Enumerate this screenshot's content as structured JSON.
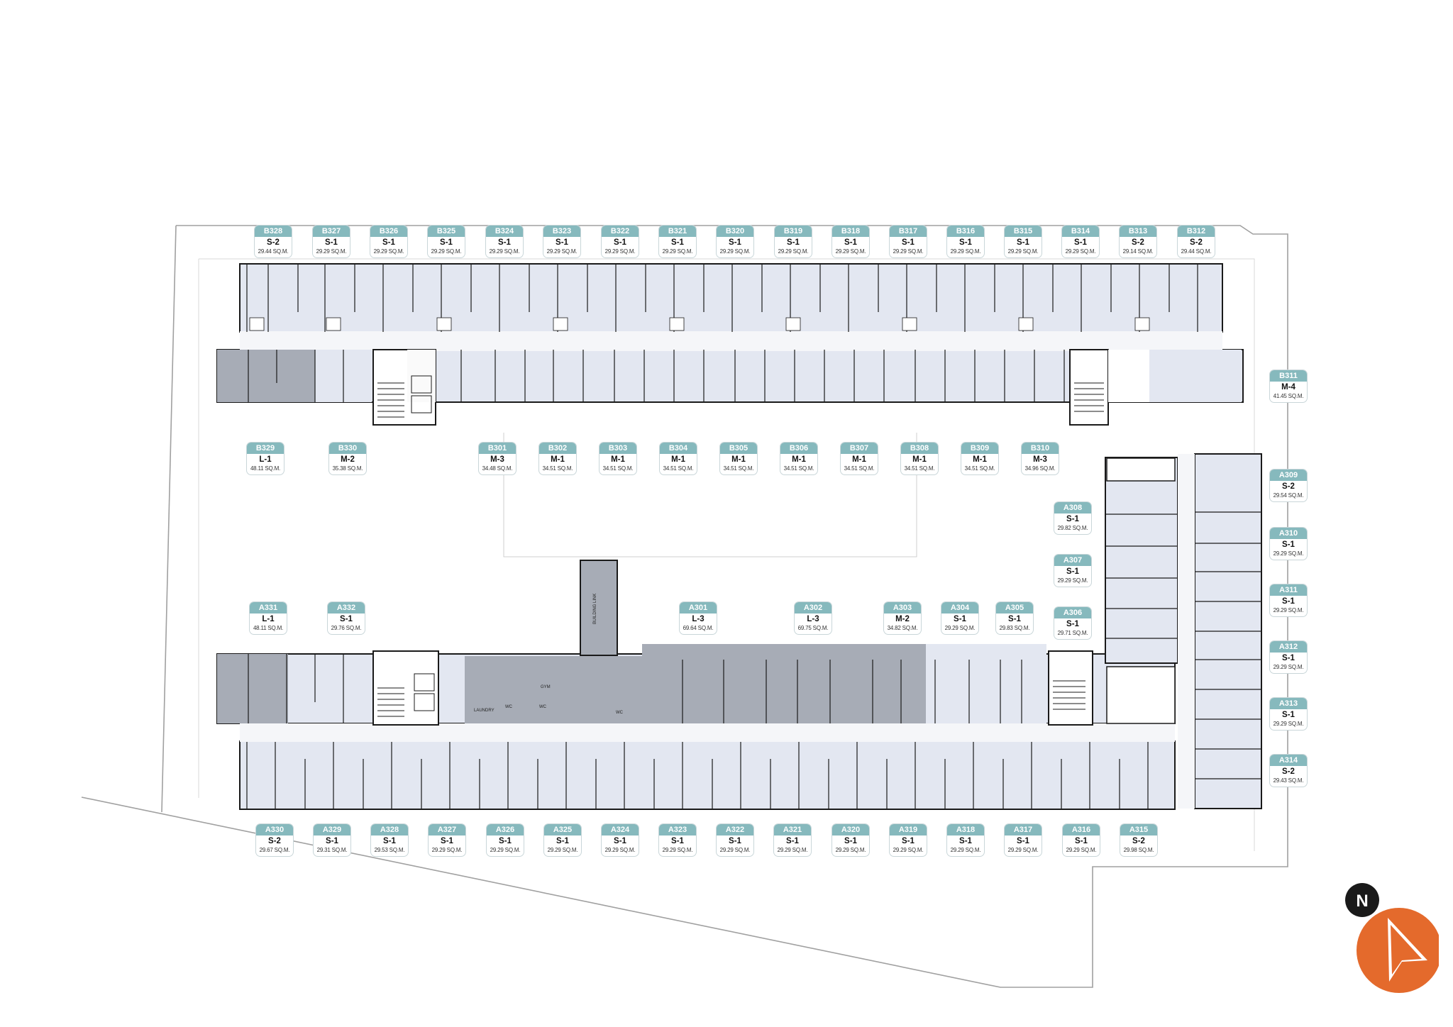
{
  "labels": {
    "building_link": "BUILDING LINK",
    "gym": "GYM",
    "laundry": "LAUNDRY",
    "wc": "WC",
    "north": "N"
  },
  "colors": {
    "tag_header": "#86b9bd",
    "unit_fill": "#e3e7f1",
    "amenity_fill": "#a7acb6",
    "wall": "#1a1a1a",
    "boundary": "#9a9a9a",
    "north_orange": "#e46a2c",
    "north_dark": "#1a1a1a"
  },
  "units": [
    {
      "code": "B328",
      "type": "S-2",
      "area": "29.44 SQ.M."
    },
    {
      "code": "B327",
      "type": "S-1",
      "area": "29.29 SQ.M."
    },
    {
      "code": "B326",
      "type": "S-1",
      "area": "29.29 SQ.M."
    },
    {
      "code": "B325",
      "type": "S-1",
      "area": "29.29 SQ.M."
    },
    {
      "code": "B324",
      "type": "S-1",
      "area": "29.29 SQ.M."
    },
    {
      "code": "B323",
      "type": "S-1",
      "area": "29.29 SQ.M."
    },
    {
      "code": "B322",
      "type": "S-1",
      "area": "29.29 SQ.M."
    },
    {
      "code": "B321",
      "type": "S-1",
      "area": "29.29 SQ.M."
    },
    {
      "code": "B320",
      "type": "S-1",
      "area": "29.29 SQ.M."
    },
    {
      "code": "B319",
      "type": "S-1",
      "area": "29.29 SQ.M."
    },
    {
      "code": "B318",
      "type": "S-1",
      "area": "29.29 SQ.M."
    },
    {
      "code": "B317",
      "type": "S-1",
      "area": "29.29 SQ.M."
    },
    {
      "code": "B316",
      "type": "S-1",
      "area": "29.29 SQ.M."
    },
    {
      "code": "B315",
      "type": "S-1",
      "area": "29.29 SQ.M."
    },
    {
      "code": "B314",
      "type": "S-1",
      "area": "29.29 SQ.M."
    },
    {
      "code": "B313",
      "type": "S-2",
      "area": "29.14 SQ.M."
    },
    {
      "code": "B312",
      "type": "S-2",
      "area": "29.44 SQ.M."
    },
    {
      "code": "B311",
      "type": "M-4",
      "area": "41.45 SQ.M."
    },
    {
      "code": "B329",
      "type": "L-1",
      "area": "48.11 SQ.M."
    },
    {
      "code": "B330",
      "type": "M-2",
      "area": "35.38 SQ.M."
    },
    {
      "code": "B301",
      "type": "M-3",
      "area": "34.48 SQ.M."
    },
    {
      "code": "B302",
      "type": "M-1",
      "area": "34.51 SQ.M."
    },
    {
      "code": "B303",
      "type": "M-1",
      "area": "34.51 SQ.M."
    },
    {
      "code": "B304",
      "type": "M-1",
      "area": "34.51 SQ.M."
    },
    {
      "code": "B305",
      "type": "M-1",
      "area": "34.51 SQ.M."
    },
    {
      "code": "B306",
      "type": "M-1",
      "area": "34.51 SQ.M."
    },
    {
      "code": "B307",
      "type": "M-1",
      "area": "34.51 SQ.M."
    },
    {
      "code": "B308",
      "type": "M-1",
      "area": "34.51 SQ.M."
    },
    {
      "code": "B309",
      "type": "M-1",
      "area": "34.51 SQ.M."
    },
    {
      "code": "B310",
      "type": "M-3",
      "area": "34.96 SQ.M."
    },
    {
      "code": "A309",
      "type": "S-2",
      "area": "29.54 SQ.M."
    },
    {
      "code": "A308",
      "type": "S-1",
      "area": "29.82 SQ.M."
    },
    {
      "code": "A310",
      "type": "S-1",
      "area": "29.29 SQ.M."
    },
    {
      "code": "A307",
      "type": "S-1",
      "area": "29.29 SQ.M."
    },
    {
      "code": "A311",
      "type": "S-1",
      "area": "29.29 SQ.M."
    },
    {
      "code": "A306",
      "type": "S-1",
      "area": "29.71 SQ.M."
    },
    {
      "code": "A331",
      "type": "L-1",
      "area": "48.11 SQ.M."
    },
    {
      "code": "A332",
      "type": "S-1",
      "area": "29.76 SQ.M."
    },
    {
      "code": "A301",
      "type": "L-3",
      "area": "69.64 SQ.M."
    },
    {
      "code": "A302",
      "type": "L-3",
      "area": "69.75 SQ.M."
    },
    {
      "code": "A303",
      "type": "M-2",
      "area": "34.82 SQ.M."
    },
    {
      "code": "A304",
      "type": "S-1",
      "area": "29.29 SQ.M."
    },
    {
      "code": "A305",
      "type": "S-1",
      "area": "29.83 SQ.M."
    },
    {
      "code": "A312",
      "type": "S-1",
      "area": "29.29 SQ.M."
    },
    {
      "code": "A313",
      "type": "S-1",
      "area": "29.29 SQ.M."
    },
    {
      "code": "A314",
      "type": "S-2",
      "area": "29.43 SQ.M."
    },
    {
      "code": "A330",
      "type": "S-2",
      "area": "29.67 SQ.M."
    },
    {
      "code": "A329",
      "type": "S-1",
      "area": "29.31 SQ.M."
    },
    {
      "code": "A328",
      "type": "S-1",
      "area": "29.53 SQ.M."
    },
    {
      "code": "A327",
      "type": "S-1",
      "area": "29.29 SQ.M."
    },
    {
      "code": "A326",
      "type": "S-1",
      "area": "29.29 SQ.M."
    },
    {
      "code": "A325",
      "type": "S-1",
      "area": "29.29 SQ.M."
    },
    {
      "code": "A324",
      "type": "S-1",
      "area": "29.29 SQ.M."
    },
    {
      "code": "A323",
      "type": "S-1",
      "area": "29.29 SQ.M."
    },
    {
      "code": "A322",
      "type": "S-1",
      "area": "29.29 SQ.M."
    },
    {
      "code": "A321",
      "type": "S-1",
      "area": "29.29 SQ.M."
    },
    {
      "code": "A320",
      "type": "S-1",
      "area": "29.29 SQ.M."
    },
    {
      "code": "A319",
      "type": "S-1",
      "area": "29.29 SQ.M."
    },
    {
      "code": "A318",
      "type": "S-1",
      "area": "29.29 SQ.M."
    },
    {
      "code": "A317",
      "type": "S-1",
      "area": "29.29 SQ.M."
    },
    {
      "code": "A316",
      "type": "S-1",
      "area": "29.29 SQ.M."
    },
    {
      "code": "A315",
      "type": "S-2",
      "area": "29.98 SQ.M."
    }
  ]
}
